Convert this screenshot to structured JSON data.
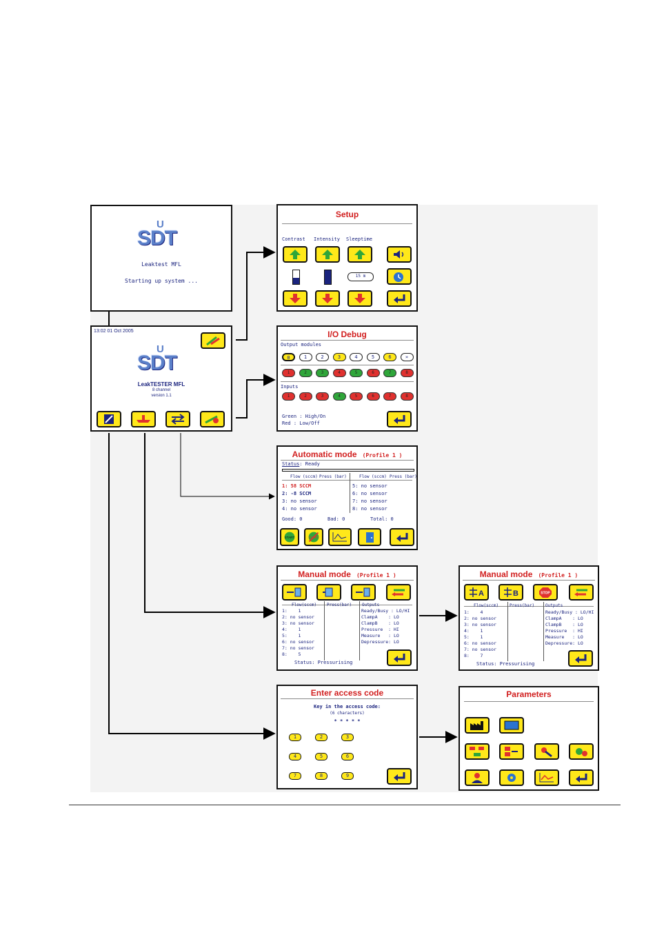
{
  "splash": {
    "logo": "SDT",
    "product": "Leaktest MFL",
    "status": "Starting up system ..."
  },
  "main": {
    "datetime": "13:02 01 Oct 2005",
    "logo": "SDT",
    "product": "LeakTESTER MFL",
    "channels": "8 channel",
    "version": "version 1.1"
  },
  "setup": {
    "title": "Setup",
    "labels": [
      "Contrast",
      "Intensity",
      "Sleeptime"
    ],
    "sleeptime_value": "15 m",
    "icons": [
      "up-arrow-icon",
      "down-arrow-icon",
      "speaker-icon",
      "clock-icon",
      "enter-icon"
    ]
  },
  "io": {
    "title": "I/O Debug",
    "output_header": "Output modules",
    "modules": [
      "0",
      "1",
      "2",
      "3",
      "4",
      "5",
      "6",
      "»"
    ],
    "outputs": [
      "1",
      "2",
      "3",
      "4",
      "5",
      "6",
      "7",
      "8"
    ],
    "output_colors": [
      "#e0312f",
      "#2fa63a",
      "#2fa63a",
      "#e0312f",
      "#2fa63a",
      "#e0312f",
      "#2fa63a",
      "#e0312f"
    ],
    "inputs_header": "Inputs",
    "inputs": [
      "1",
      "2",
      "3",
      "4",
      "5",
      "6",
      "7",
      "8"
    ],
    "input_colors": [
      "#e0312f",
      "#e0312f",
      "#e0312f",
      "#2fa63a",
      "#e0312f",
      "#e0312f",
      "#e0312f",
      "#e0312f"
    ],
    "legend_green": "Green : High/On",
    "legend_red": "Red : Low/Off",
    "colors": {
      "green": "#2fa63a",
      "red": "#e0312f"
    }
  },
  "auto": {
    "title": "Automatic mode",
    "profile": "(Profile 1 )",
    "status_label": "Status",
    "status_value": "Ready",
    "col_flow": "Flow (sccm)",
    "col_press": "Press (bar)",
    "rows_left": [
      "1: 58 SCCM",
      "2: -8 SCCM",
      "3: no sensor",
      "4: no sensor"
    ],
    "rows_right": [
      "5: no sensor",
      "6: no sensor",
      "7: no sensor",
      "8: no sensor"
    ],
    "good": "Good: 0",
    "bad": "Bad: 0",
    "total": "Total: 0",
    "button_start": "START",
    "button_stop": "START"
  },
  "manual1": {
    "title": "Manual mode",
    "profile": "(Profile 1 )",
    "col_flow": "Flow(sccm)",
    "col_press": "Press(bar)",
    "col_outputs": "Outputs",
    "flows": [
      "1:    1",
      "2: no sensor",
      "3: no sensor",
      "4:    1",
      "5:    1",
      "6: no sensor",
      "7: no sensor",
      "8:    5"
    ],
    "outputs": [
      "Ready/Busy : LO/HI",
      "ClampA    : LO",
      "ClampB    : LO",
      "Pressure  : HI",
      "Measure   : LO",
      "Depressure: LO"
    ],
    "status": "Status: Pressurising"
  },
  "manual2": {
    "title": "Manual mode",
    "profile": "(Profile 1 )",
    "col_flow": "Flow(sccm)",
    "col_press": "Press(bar)",
    "col_outputs": "Outputs",
    "flows": [
      "1:    4",
      "2: no sensor",
      "3: no sensor",
      "4:    1",
      "5:    1",
      "6: no sensor",
      "7: no sensor",
      "8:    7"
    ],
    "outputs": [
      "Ready/Busy : LO/HI",
      "ClampA    : LO",
      "ClampB    : LO",
      "Pressure  : HI",
      "Measure   : LO",
      "Depressure: LO"
    ],
    "status": "Status: Pressurising",
    "button_a": "A",
    "button_b": "B",
    "button_stop": "STOP"
  },
  "access": {
    "title": "Enter access code",
    "prompt": "Key in the access code:",
    "hint": "(6 characters)",
    "mask": "* * * * *",
    "keys": [
      "1",
      "2",
      "3",
      "4",
      "5",
      "6",
      "7",
      "8",
      "9"
    ]
  },
  "params": {
    "title": "Parameters",
    "icons": [
      "factory-icon",
      "screen-icon",
      "network-icon",
      "modules-icon",
      "tools-icon",
      "gears-icon",
      "user-icon",
      "settings-icon",
      "graph-icon",
      "enter-icon"
    ]
  },
  "palette": {
    "button_yellow": "#ffe81a",
    "title_red": "#d11e1e",
    "text_blue": "#1a237e",
    "logo_blue": "#5b80c9",
    "arrow_green": "#2fa63a",
    "arrow_red": "#e0312f"
  }
}
